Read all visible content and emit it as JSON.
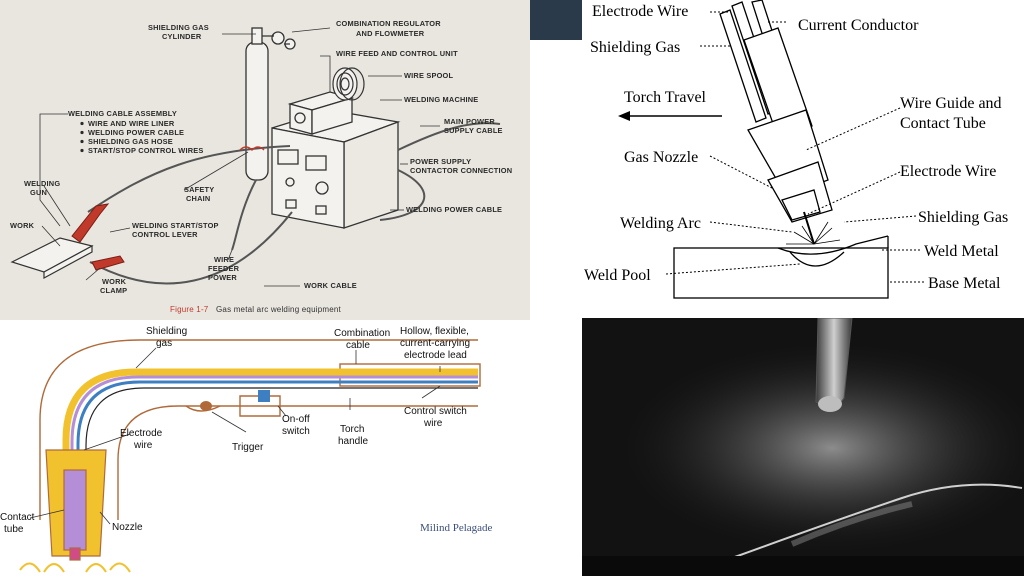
{
  "panel1": {
    "labels": {
      "shielding_gas_cylinder_1": "SHIELDING GAS",
      "shielding_gas_cylinder_2": "CYLINDER",
      "combination_regulator_1": "COMBINATION REGULATOR",
      "combination_regulator_2": "AND FLOWMETER",
      "wire_feed_unit": "WIRE FEED AND CONTROL UNIT",
      "wire_spool": "WIRE SPOOL",
      "welding_machine": "WELDING MACHINE",
      "main_power_1": "MAIN POWER",
      "main_power_2": "SUPPLY CABLE",
      "cable_assembly": "WELDING CABLE ASSEMBLY",
      "bullets": [
        "WIRE AND WIRE LINER",
        "WELDING POWER CABLE",
        "SHIELDING GAS HOSE",
        "START/STOP CONTROL WIRES"
      ],
      "power_supply_1": "POWER SUPPLY",
      "power_supply_2": "CONTACTOR CONNECTION",
      "welding_gun_1": "WELDING",
      "welding_gun_2": "GUN",
      "safety_chain_1": "SAFETY",
      "safety_chain_2": "CHAIN",
      "work": "WORK",
      "start_stop_1": "WELDING START/STOP",
      "start_stop_2": "CONTROL LEVER",
      "welding_power_cable": "WELDING POWER CABLE",
      "wire_feeder_1": "WIRE",
      "wire_feeder_2": "FEEDER",
      "wire_feeder_3": "POWER",
      "work_clamp_1": "WORK",
      "work_clamp_2": "CLAMP",
      "work_cable": "WORK CABLE"
    },
    "figure_caption_num": "Figure 1-7",
    "figure_caption_text": "Gas metal arc welding equipment",
    "caption_color": "#c0392b"
  },
  "panel2": {
    "labels": {
      "electrode_wire_top": "Electrode Wire",
      "current_conductor": "Current Conductor",
      "shielding_gas_left": "Shielding Gas",
      "torch_travel": "Torch Travel",
      "wire_guide_1": "Wire Guide and",
      "wire_guide_2": "Contact Tube",
      "gas_nozzle": "Gas Nozzle",
      "electrode_wire_right": "Electrode Wire",
      "welding_arc": "Welding Arc",
      "shielding_gas_right": "Shielding Gas",
      "weld_metal": "Weld Metal",
      "weld_pool": "Weld  Pool",
      "base_metal": "Base Metal"
    }
  },
  "panel3": {
    "labels": {
      "shielding_1": "Shielding",
      "shielding_2": "gas",
      "combination_1": "Combination",
      "combination_2": "cable",
      "hollow_1": "Hollow, flexible,",
      "hollow_2": "current-carrying",
      "hollow_3": "electrode lead",
      "on_off_1": "On-off",
      "on_off_2": "switch",
      "control_1": "Control switch",
      "control_2": "wire",
      "torch_1": "Torch",
      "torch_2": "handle",
      "electrode_1": "Electrode",
      "electrode_2": "wire",
      "trigger": "Trigger",
      "contact_1": "Contact",
      "contact_2": "tube",
      "nozzle": "Nozzle"
    },
    "colors": {
      "gas": "#f2c12e",
      "wire": "#b58ed8",
      "conductor": "#3d7fc1",
      "outline": "#b06a3a"
    }
  },
  "signature": "Milind Pelagade"
}
